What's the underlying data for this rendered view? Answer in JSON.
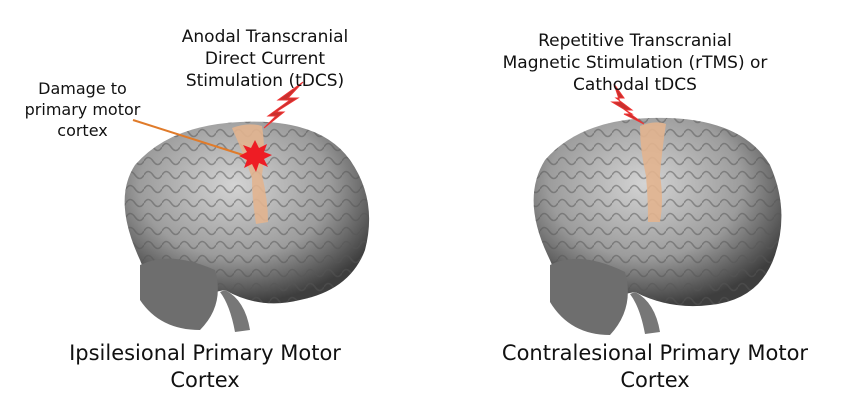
{
  "left_panel": {
    "stimulation_label": [
      "Anodal Transcranial",
      "Direct Current",
      "Stimulation (tDCS)"
    ],
    "damage_label": [
      "Damage to",
      "primary motor",
      "cortex"
    ],
    "title": [
      "Ipsilesional Primary Motor",
      "Cortex"
    ]
  },
  "right_panel": {
    "stimulation_label": [
      "Repetitive Transcranial",
      "Magnetic Stimulation (rTMS) or",
      "Cathodal tDCS"
    ],
    "title": [
      "Contralesional Primary Motor",
      "Cortex"
    ]
  },
  "colors": {
    "motor_strip": "#e2b48f",
    "lightning": "#c8302e",
    "damage": "#ee1c24",
    "arrow": "#e07b2a",
    "brain": "#9a9a9a"
  }
}
